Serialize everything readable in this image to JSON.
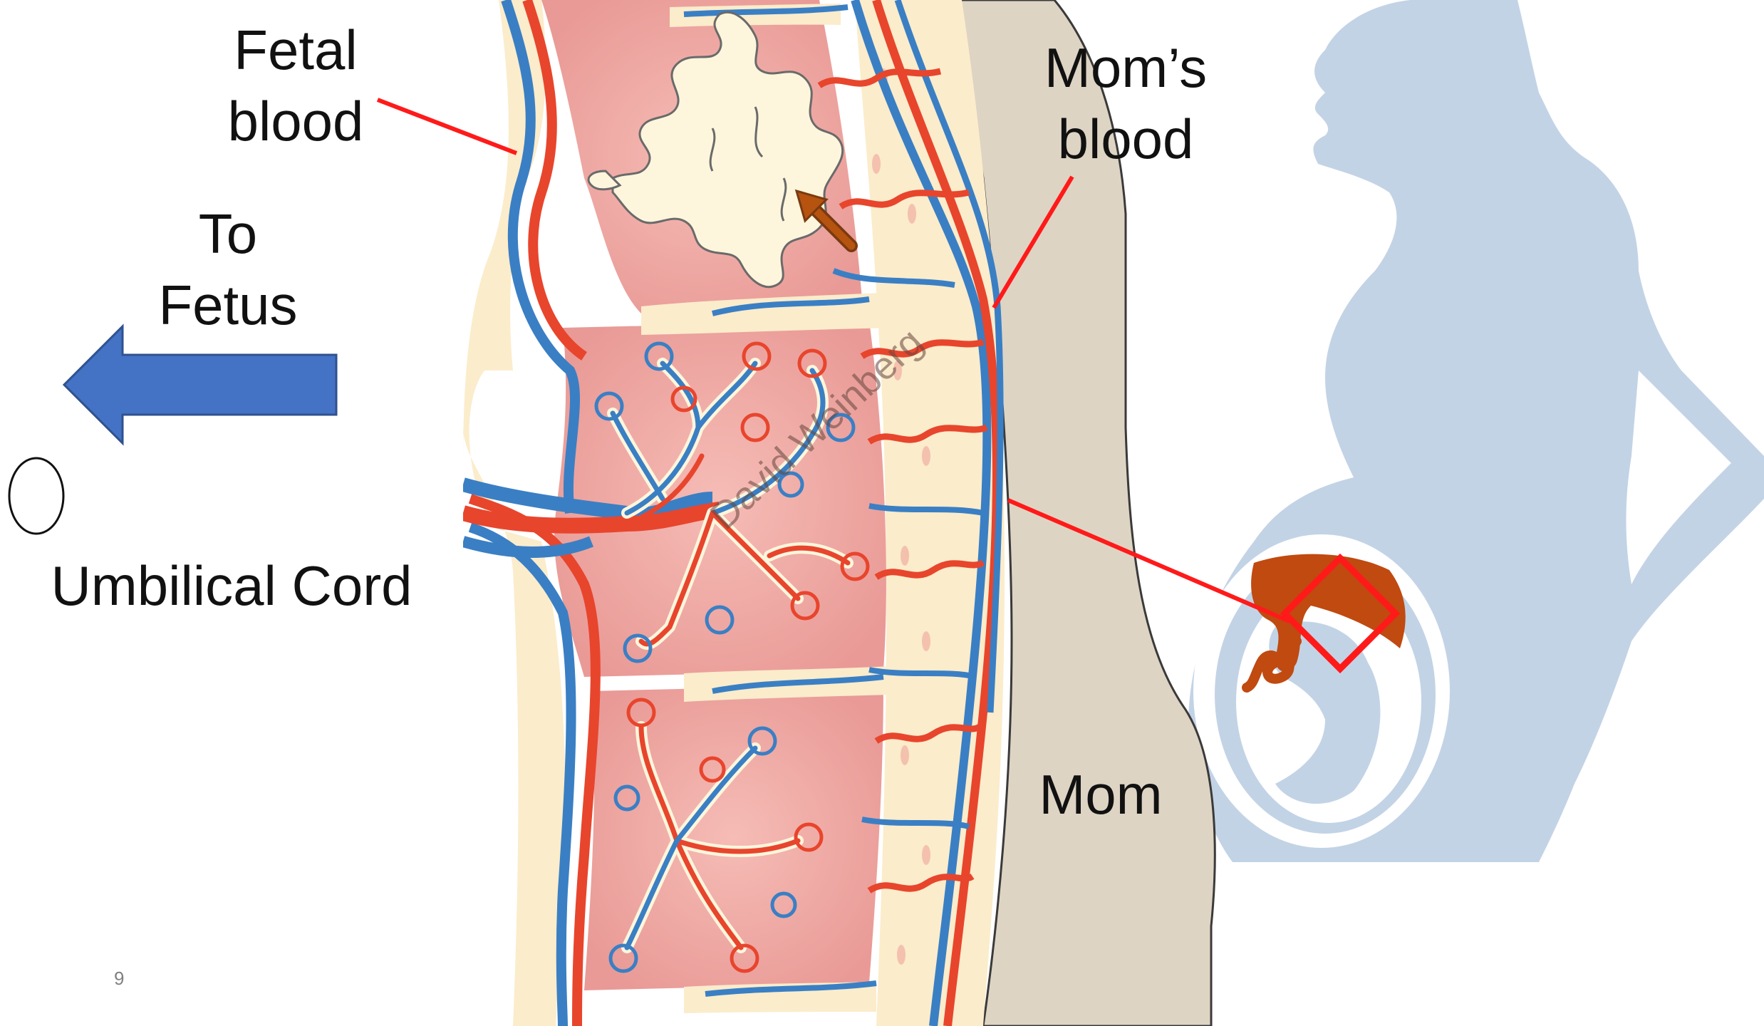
{
  "labels": {
    "fetal_blood_line1": "Fetal",
    "fetal_blood_line2": "blood",
    "moms_blood_line1": "Mom’s",
    "moms_blood_line2": "blood",
    "to_fetus_line1": "To",
    "to_fetus_line2": "Fetus",
    "umbilical_cord": "Umbilical Cord",
    "mom": "Mom"
  },
  "watermark": "David Weinberg",
  "page_number": "9",
  "colors": {
    "artery_red": "#e8452d",
    "vein_blue": "#3a7fc4",
    "arrow_blue": "#4472c4",
    "pointer_red": "#ff1a1a",
    "intervillous_pink": "#f2aaa6",
    "tissue_cream": "#fbeccb",
    "villus_cream": "#fdf6dc",
    "uterine_wall": "#ded4c4",
    "silhouette": "#c3d3e6",
    "placenta_orange": "#c04a10",
    "brown_arrow": "#b5530f"
  }
}
